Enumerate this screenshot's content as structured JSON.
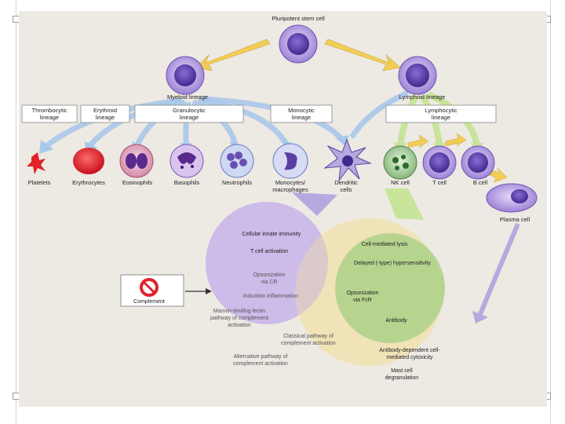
{
  "labels": {
    "pluripotent": "Pluripotent stem cell",
    "myeloid": "Myeloid lineage",
    "lymphoid": "Lymphoid lineage",
    "thrombocytic": [
      "Thrombocytic",
      "lineage"
    ],
    "erythroid": [
      "Erythroid",
      "lineage"
    ],
    "granulocytic": [
      "Granulocytic",
      "lineage"
    ],
    "monocytic": [
      "Monocytic",
      "lineage"
    ],
    "lymphocytic": [
      "Lymphocytic",
      "lineage"
    ]
  },
  "cells": {
    "platelets": "Platelets",
    "erythrocytes": "Erythrocytes",
    "eosinophils": "Eosinophils",
    "basophils": "Basophils",
    "neutrophils": "Neutrophils",
    "monocytes": [
      "Monocytes/",
      "macrophages"
    ],
    "dendritic": [
      "Dendritic",
      "cells"
    ],
    "nk": "NK cell",
    "t": "T cell",
    "b": "B cell",
    "plasma": "Plasma cell"
  },
  "functions": {
    "innate": "Cellular innate immunity",
    "tcell_activation": "T cell activation",
    "opsonization_cr": [
      "Opsonization",
      "via CR"
    ],
    "inflammation": "Induction inflammation",
    "lectin": [
      "Mannin-binding lectin",
      "pathway of complement",
      "activation"
    ],
    "classical": [
      "Classical pathway of",
      "complement activation"
    ],
    "alternative": [
      "Alternative pathway of",
      "complement activation"
    ],
    "lysis": "Cell-mediated lysis",
    "delayed": "Delayed (-type) hypersensitivity",
    "opsonization_fcr": [
      "Opsonization",
      "via FcR"
    ],
    "antibody": "Antibody",
    "adcc": [
      "Antibody-dependent cell-",
      "mediated cytoxicity"
    ],
    "mast": [
      "Mast cell",
      "degranulation"
    ]
  },
  "complement": "Complement",
  "colors": {
    "arrow_yellow": "#f2cd56",
    "arrow_blue": "#a8c8ea",
    "arrow_green": "#c8e39a",
    "arrow_purple": "#b7a8de",
    "circle_purple": "#c9b6ea",
    "circle_green": "#a9cf85",
    "circle_yellow": "#f1e0a0",
    "cell_purple": "#8d6fd0",
    "red": "#e0232b"
  }
}
